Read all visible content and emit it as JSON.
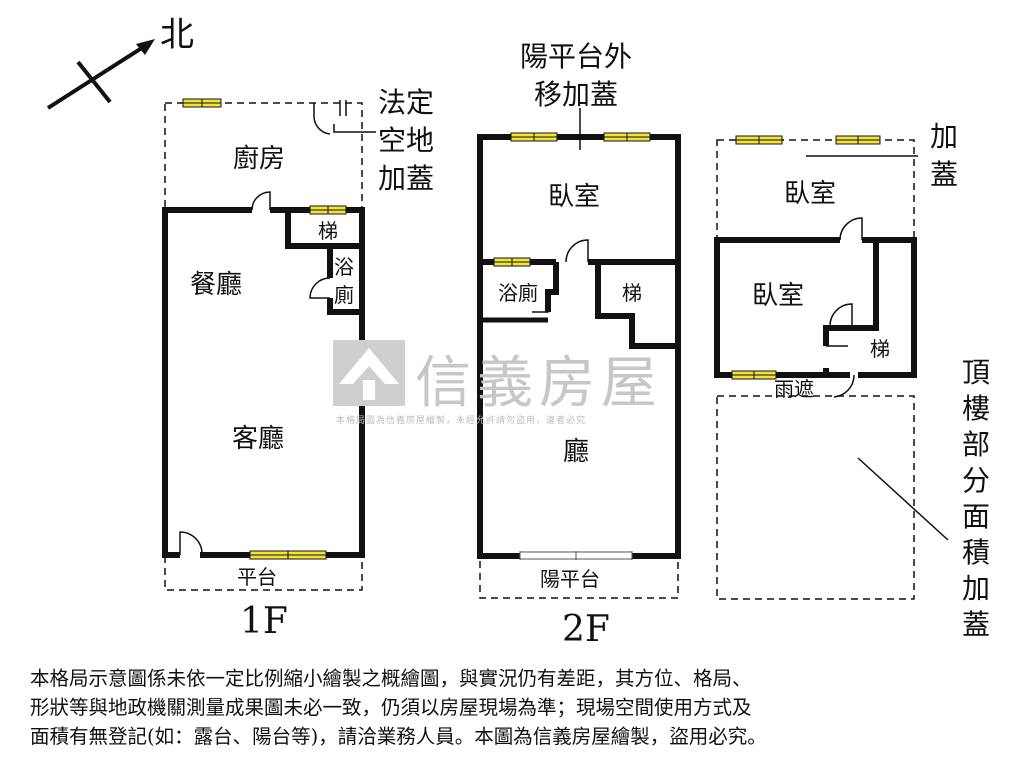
{
  "north_label": "北",
  "floors": {
    "f1": {
      "title": "1F",
      "rooms": {
        "kitchen": "廚房",
        "dining": "餐廳",
        "living": "客廳",
        "stair": "梯",
        "bath_top": "浴",
        "bath_bottom": "廁",
        "terrace": "平台"
      },
      "callout": [
        "法定",
        "空地",
        "加蓋"
      ]
    },
    "f2": {
      "title": "2F",
      "rooms": {
        "bedroom": "臥室",
        "bath": "浴廁",
        "stair": "梯",
        "hall": "廳",
        "balcony": "陽平台"
      },
      "callout": [
        "陽平台外",
        "移加蓋"
      ]
    },
    "roof": {
      "rooms": {
        "bedroom_top": "臥室",
        "bedroom": "臥室",
        "stair": "梯",
        "canopy": "雨遮"
      },
      "callout_top": [
        "加",
        "蓋"
      ],
      "callout_side": [
        "頂",
        "樓",
        "部",
        "分",
        "面",
        "積",
        "加",
        "蓋"
      ]
    }
  },
  "watermark": {
    "brand": "信義房屋",
    "sub": "本格局圖為信義房屋繪製，未經允許請勿盜用，違者必究"
  },
  "disclaimer": [
    "本格局示意圖係未依一定比例縮小繪製之概繪圖，與實況仍有差距，其方位、格局、",
    "形狀等與地政機關測量成果圖未必一致，仍須以房屋現場為準；現場空間使用方式及",
    "面積有無登記(如：露台、陽台等)，請洽業務人員。本圖為信義房屋繪製，盜用必究。"
  ],
  "colors": {
    "wall": "#111111",
    "window": "#f2e23a",
    "watermark": "#c7c7c7"
  }
}
